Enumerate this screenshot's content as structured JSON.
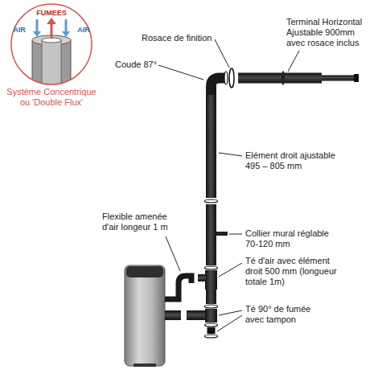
{
  "diagram": {
    "nodes": [
      {
        "text": [
          "FUMEES",
          "AIR",
          "AIR",
          "Système Concentrique ou 'Double Flux'"
        ]
      }
    ],
    "labels": [
      "Rosace de finition",
      "Terminal Horizontal Ajustable 900mm avec rosace inclus",
      "Coude 87°",
      "Elément droit ajustable 495 – 805 mm",
      "Flexible amenée d'air longeur 1 m",
      "Collier mural réglable 70-120 mm",
      "Té d'air avec élément droit 500 mm (longueur totale 1m)",
      "Té 90° de fumée avec tampon"
    ]
  }
}
